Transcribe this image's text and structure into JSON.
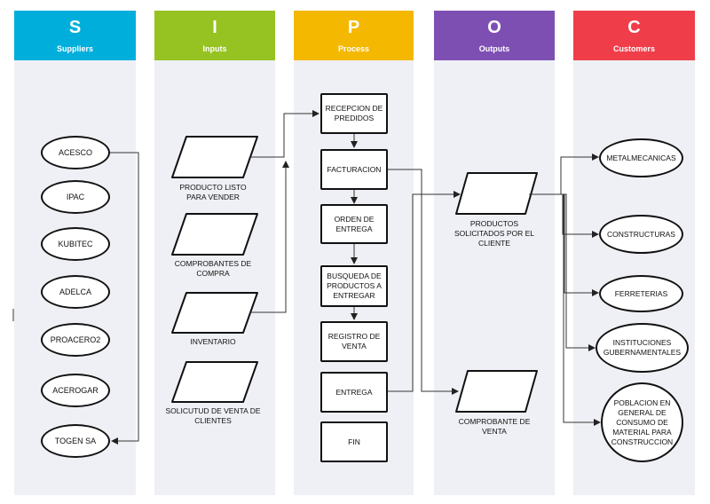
{
  "columns": [
    {
      "letter": "S",
      "title": "Suppliers",
      "color": "#00aedb"
    },
    {
      "letter": "I",
      "title": "Inputs",
      "color": "#96c322"
    },
    {
      "letter": "P",
      "title": "Process",
      "color": "#f5b800"
    },
    {
      "letter": "O",
      "title": "Outputs",
      "color": "#7e4fb3"
    },
    {
      "letter": "C",
      "title": "Customers",
      "color": "#ef3e4a"
    }
  ],
  "suppliers": [
    "ACESCO",
    "IPAC",
    "KUBITEC",
    "ADELCA",
    "PROACERO2",
    "ACEROGAR",
    "TOGEN SA"
  ],
  "inputs": [
    "PRODUCTO LISTO PARA VENDER",
    "COMPROBANTES DE COMPRA",
    "INVENTARIO",
    "SOLICUTUD DE VENTA DE CLIENTES"
  ],
  "process": [
    "RECEPCION DE PREDIDOS",
    "FACTURACION",
    "ORDEN DE ENTREGA",
    "BUSQUEDA DE PRODUCTOS A ENTREGAR",
    "REGISTRO DE VENTA",
    "ENTREGA",
    "FIN"
  ],
  "outputs": [
    "PRODUCTOS SOLICITADOS POR EL CLIENTE",
    "COMPROBANTE DE VENTA"
  ],
  "customers": [
    "METALMECANICAS",
    "CONSTRUCTURAS",
    "FERRETERIAS",
    "INSTITUCIONES GUBERNAMENTALES",
    "POBLACION EN GENERAL DE CONSUMO DE MATERIAL PARA CONSTRUCCION"
  ]
}
